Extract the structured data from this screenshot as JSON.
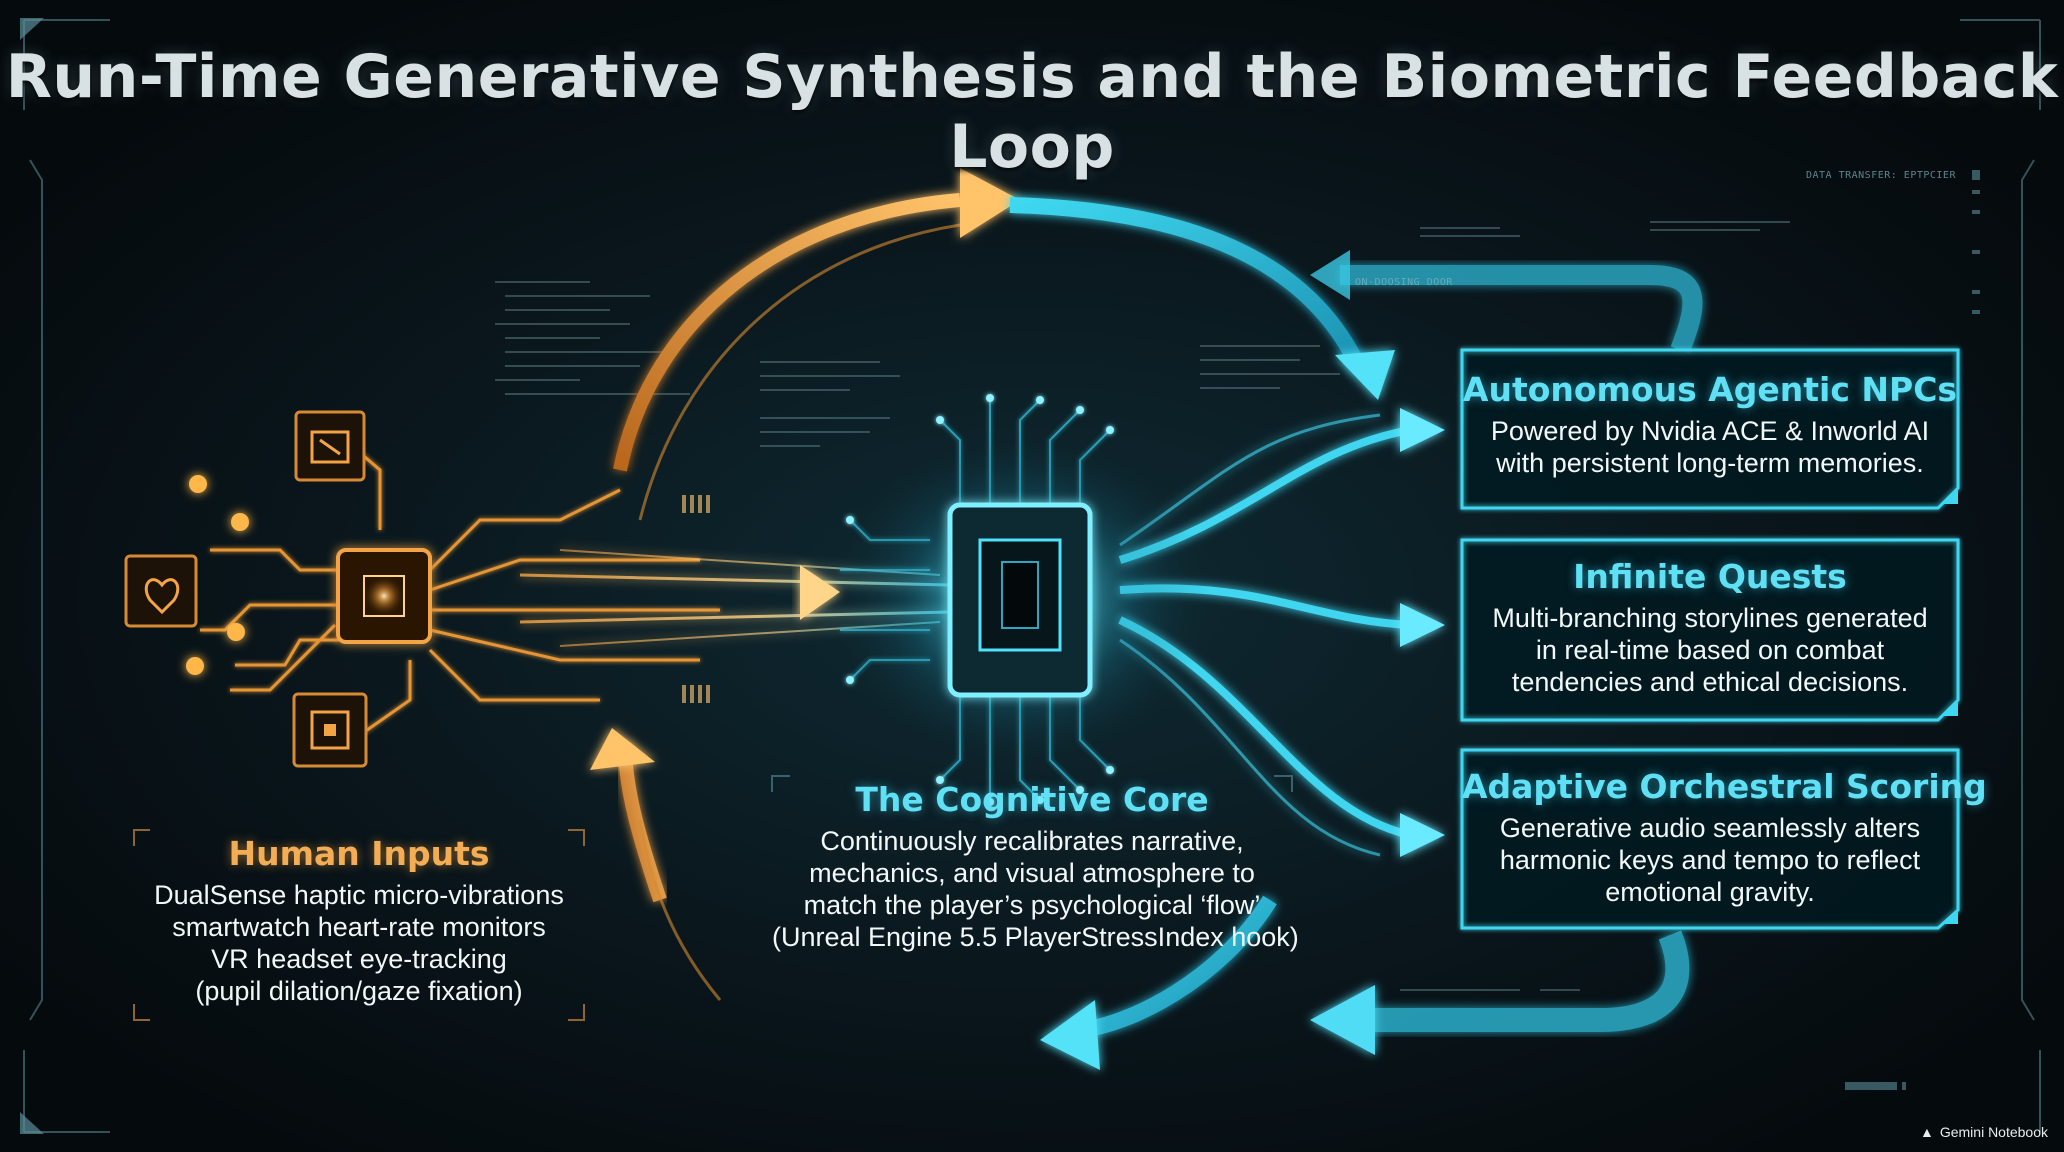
{
  "title": "Run-Time Generative Synthesis and the Biometric Feedback Loop",
  "human_inputs": {
    "heading": "Human Inputs",
    "lines": [
      "DualSense haptic micro-vibrations",
      "smartwatch heart-rate monitors",
      "VR headset eye-tracking",
      "(pupil dilation/gaze fixation)"
    ]
  },
  "cognitive_core": {
    "heading": "The Cognitive Core",
    "lines": [
      "Continuously recalibrates narrative,",
      "mechanics, and visual atmosphere to",
      "match the player’s psychological ‘flow’",
      "(Unreal Engine 5.5 PlayerStressIndex hook)"
    ]
  },
  "outputs": [
    {
      "heading": "Autonomous Agentic NPCs",
      "lines": [
        "Powered by Nvidia ACE & Inworld AI",
        "with persistent long-term memories."
      ]
    },
    {
      "heading": "Infinite Quests",
      "lines": [
        "Multi-branching storylines generated",
        "in real-time based on combat",
        "tendencies and ethical decisions."
      ]
    },
    {
      "heading": "Adaptive Orchestral Scoring",
      "lines": [
        "Generative audio seamlessly alters",
        "harmonic keys and tempo to reflect",
        "emotional gravity."
      ]
    }
  ],
  "hud_labels": {
    "top_right": "DATA TRANSFER: EPTPCIER",
    "loop_label": "ON-DOOSING DOOR"
  },
  "watermark": "Gemini Notebook",
  "colors": {
    "background": "#071015",
    "cyan": "#39d6ef",
    "orange": "#f3a444",
    "title": "#d8e2e4"
  }
}
